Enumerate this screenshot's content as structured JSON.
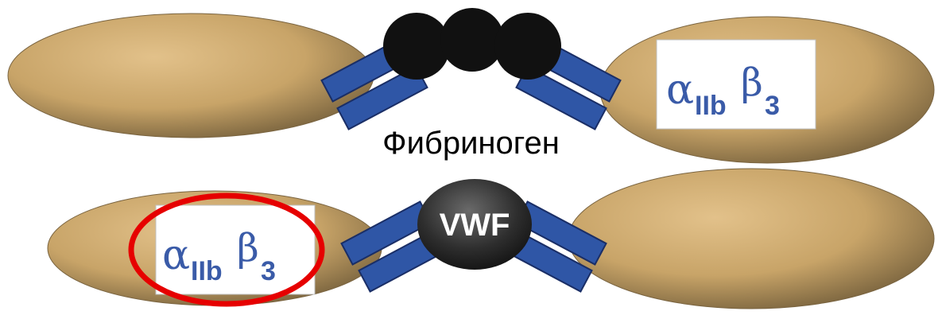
{
  "diagram": {
    "top_row": {
      "middle_label": "Фибриноген",
      "right_cell_label": {
        "alpha": "α",
        "alpha_sub": "IIb",
        "beta": "β",
        "beta_sub": "3"
      }
    },
    "bottom_row": {
      "center_label": "VWF",
      "left_cell_label": {
        "alpha": "α",
        "alpha_sub": "IIb",
        "beta": "β",
        "beta_sub": "3"
      }
    }
  },
  "colors": {
    "cell_fill": "#C8A468",
    "cell_shadow": "#7A6440",
    "receptor_blue": "#2F56A6",
    "receptor_dark": "#1A2E66",
    "fibrinogen_black": "#111111",
    "vwf_gray": "#3A3A3A",
    "label_blue": "#3A5BA8",
    "highlight_red": "#E60000"
  }
}
